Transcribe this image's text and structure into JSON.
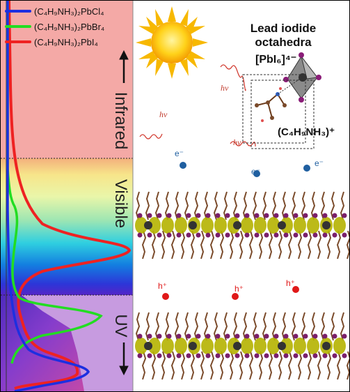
{
  "legend": [
    {
      "label": "(C₄H₉NH₃)₂PbCl₄",
      "color": "#1d2fe0"
    },
    {
      "label": "(C₄H₉NH₃)₂PbBr₄",
      "color": "#22dd22"
    },
    {
      "label": "(C₄H₉NH₃)₂PbI₄",
      "color": "#ee2222"
    }
  ],
  "bands": {
    "infrared": "Infrared",
    "visible": "Visible",
    "uv": "UV"
  },
  "structure": {
    "octahedra_title": "Lead iodide octahedra",
    "octahedra_formula": "[PbI₆]⁴⁻",
    "cation_formula": "(C₄H₉NH₃)⁺",
    "photon_label": "hν",
    "electron_label": "e⁻",
    "hole_label": "h⁺"
  },
  "colors": {
    "infrared_band": "#f4a9a6",
    "uv_band": "#c79be0",
    "background": "#ffffff",
    "sun": "#f7c600",
    "electron": "#1f5fa0",
    "hole": "#e01818",
    "lead_iodide_lobes": "#b5b300",
    "organic_chain": "#7a4a2a",
    "iodine": "#7a1f6b"
  }
}
